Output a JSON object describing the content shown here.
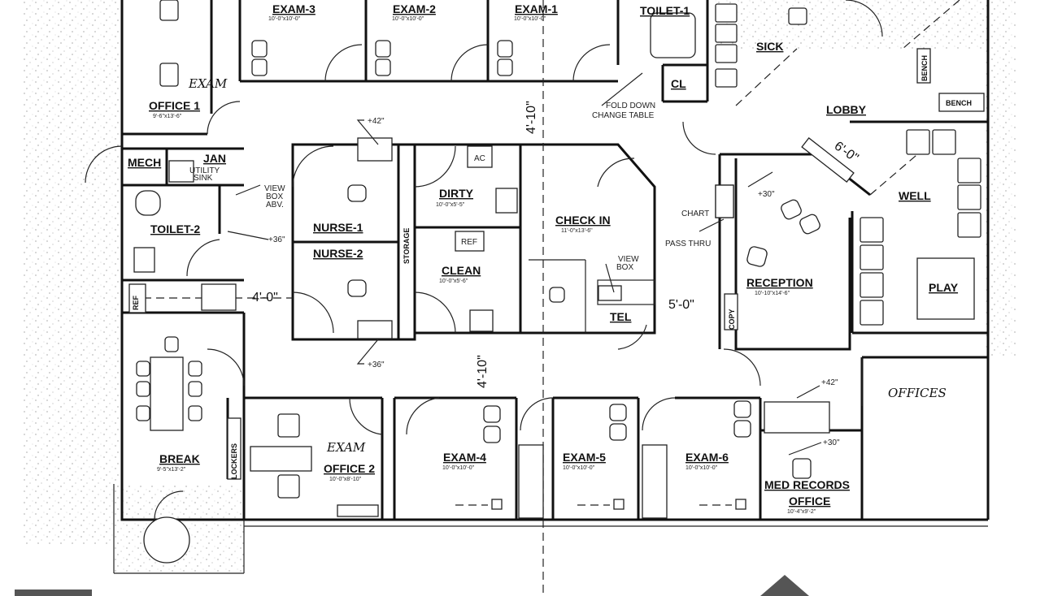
{
  "rooms": {
    "exam3": {
      "name": "EXAM-3",
      "dim": "10'-0\"x10'-0\""
    },
    "exam2": {
      "name": "EXAM-2",
      "dim": "10'-0\"x10'-0\""
    },
    "exam1": {
      "name": "EXAM-1",
      "dim": "10'-0\"x10'-0\""
    },
    "toilet1": {
      "name": "TOILET-1"
    },
    "sick": {
      "name": "SICK"
    },
    "cl": {
      "name": "CL"
    },
    "lobby": {
      "name": "LOBBY"
    },
    "office1": {
      "name": "OFFICE 1",
      "dim": "9'-6\"x13'-6\""
    },
    "mech": {
      "name": "MECH"
    },
    "jan": {
      "name": "JAN"
    },
    "toilet2": {
      "name": "TOILET-2"
    },
    "nurse1": {
      "name": "NURSE-1"
    },
    "nurse2": {
      "name": "NURSE-2"
    },
    "dirty": {
      "name": "DIRTY",
      "dim": "10'-0\"x5'-5\""
    },
    "clean": {
      "name": "CLEAN",
      "dim": "10'-0\"x5'-6\""
    },
    "checkin": {
      "name": "CHECK IN",
      "dim": "11'-0\"x13'-6\""
    },
    "reception": {
      "name": "RECEPTION",
      "dim": "10'-10\"x14'-6\""
    },
    "well": {
      "name": "WELL"
    },
    "play": {
      "name": "PLAY"
    },
    "tel": {
      "name": "TEL"
    },
    "break": {
      "name": "BREAK",
      "dim": "9'-5\"x13'-2\""
    },
    "office2": {
      "name": "OFFICE 2",
      "dim": "10'-0\"x8'-10\""
    },
    "exam4": {
      "name": "EXAM-4",
      "dim": "10'-0\"x10'-0\""
    },
    "exam5": {
      "name": "EXAM-5",
      "dim": "10'-0\"x10'-0\""
    },
    "exam6": {
      "name": "EXAM-6",
      "dim": "10'-0\"x10'-0\""
    },
    "medrecords": {
      "name": "MED RECORDS"
    },
    "office3": {
      "name": "OFFICE",
      "dim": "10'-4\"x9'-2\""
    }
  },
  "fixtures": {
    "ac": "AC",
    "ref1": "REF",
    "ref2": "REF",
    "storage": "STORAGE",
    "lockers": "LOCKERS",
    "copy": "COPY",
    "bench1": "BENCH",
    "bench2": "BENCH",
    "utility_sink": [
      "UTILITY",
      "SINK"
    ]
  },
  "notes": {
    "fold_down": [
      "FOLD DOWN",
      "CHANGE TABLE"
    ],
    "view_box_abv": [
      "VIEW",
      "BOX",
      "ABV."
    ],
    "view_box": [
      "VIEW",
      "BOX"
    ],
    "chart_pass": [
      "CHART",
      "PASS THRU"
    ],
    "h42a": "+42\"",
    "h42b": "+42\"",
    "h36a": "+36\"",
    "h36b": "+36\"",
    "h30a": "+30\"",
    "h30b": "+30\""
  },
  "dimensions": {
    "d1": "4'-10\"",
    "d2": "4'-10\"",
    "d3": "4'-0\"",
    "d4": "5'-0\"",
    "d5": "6'-0\""
  },
  "handwritten": {
    "exam_a": "EXAM",
    "exam_b": "EXAM",
    "offices": "OFFICES"
  }
}
